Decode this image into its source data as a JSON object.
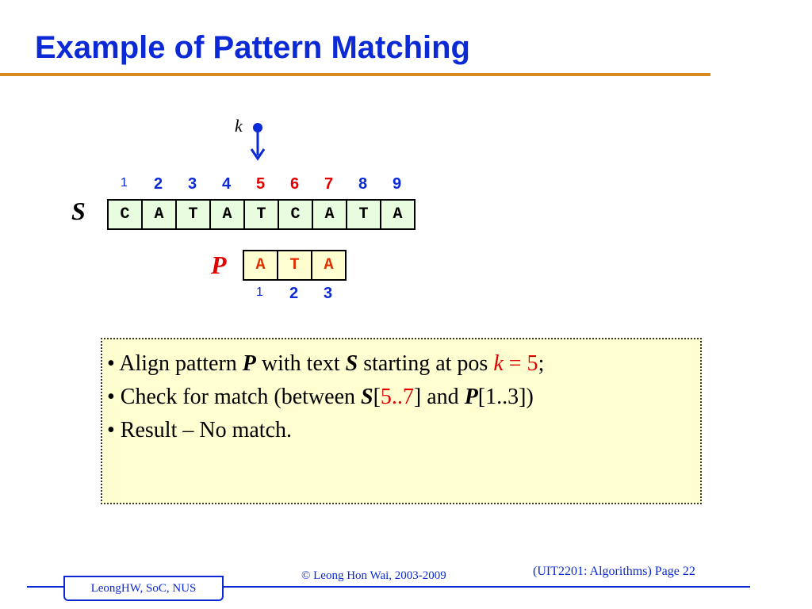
{
  "title": "Example of Pattern Matching",
  "pointer": {
    "label": "k"
  },
  "text_string": {
    "label": "S",
    "chars": [
      "C",
      "A",
      "T",
      "A",
      "T",
      "C",
      "A",
      "T",
      "A"
    ],
    "indices": [
      {
        "text": "1",
        "color": "#0b2ad6",
        "small": true
      },
      {
        "text": "2",
        "color": "#0b2ad6",
        "small": false
      },
      {
        "text": "3",
        "color": "#0b2ad6",
        "small": false
      },
      {
        "text": "4",
        "color": "#0b2ad6",
        "small": false
      },
      {
        "text": "5",
        "color": "#e00000",
        "small": false
      },
      {
        "text": "6",
        "color": "#e00000",
        "small": false
      },
      {
        "text": "7",
        "color": "#e00000",
        "small": false
      },
      {
        "text": "8",
        "color": "#0b2ad6",
        "small": false
      },
      {
        "text": "9",
        "color": "#0b2ad6",
        "small": false
      }
    ]
  },
  "pattern": {
    "label": "P",
    "chars": [
      "A",
      "T",
      "A"
    ],
    "indices": [
      {
        "text": "1",
        "color": "#0b2ad6",
        "small": true
      },
      {
        "text": "2",
        "color": "#0b2ad6",
        "small": false
      },
      {
        "text": "3",
        "color": "#0b2ad6",
        "small": false
      }
    ]
  },
  "bullets": {
    "b1": {
      "a": "• Align pattern ",
      "p": "P",
      "b": " with text ",
      "s": "S",
      "c": " starting at pos ",
      "k": "k",
      "eq": " = 5",
      "end": ";"
    },
    "b2": {
      "a": "• Check for match (between ",
      "s": "S",
      "lb": "[",
      "range": "5..7",
      "rb": "] and ",
      "p": "P",
      "end": "[1..3])"
    },
    "b3": {
      "text": "• Result – No match."
    }
  },
  "footer": {
    "copyright": "© Leong Hon Wai, 2003-2009",
    "page": "(UIT2201: Algorithms) Page 22",
    "author": "LeongHW, SoC, NUS"
  },
  "colors": {
    "title": "#0b2ad6",
    "rule": "#d88a1e",
    "highlight": "#e00000",
    "s_cell_bg": "#e8fde0",
    "box_bg": "#fffed0"
  }
}
